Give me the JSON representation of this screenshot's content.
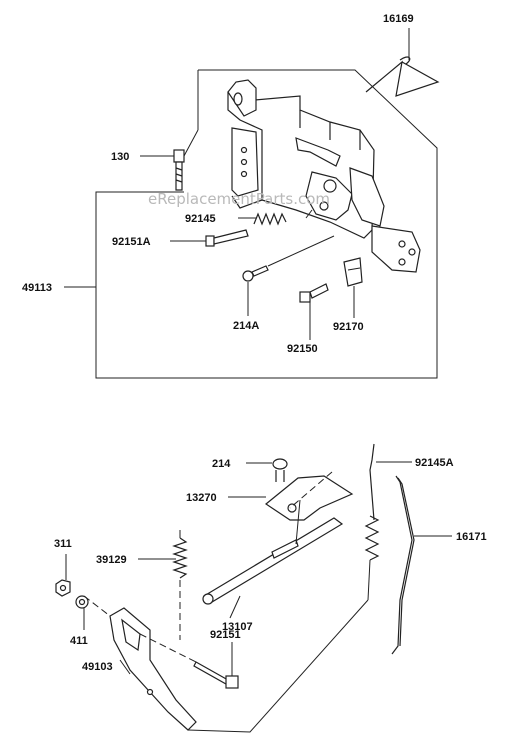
{
  "watermark": "eReplacementParts.com",
  "labels": {
    "l16169": "16169",
    "l130": "130",
    "l92145": "92145",
    "l92151A": "92151A",
    "l49113": "49113",
    "l214A": "214A",
    "l92170": "92170",
    "l92150": "92150",
    "l214": "214",
    "l92145A": "92145A",
    "l13270": "13270",
    "l16171": "16171",
    "l311": "311",
    "l39129": "39129",
    "l13107": "13107",
    "l411": "411",
    "l92151": "92151",
    "l49103": "49103"
  }
}
